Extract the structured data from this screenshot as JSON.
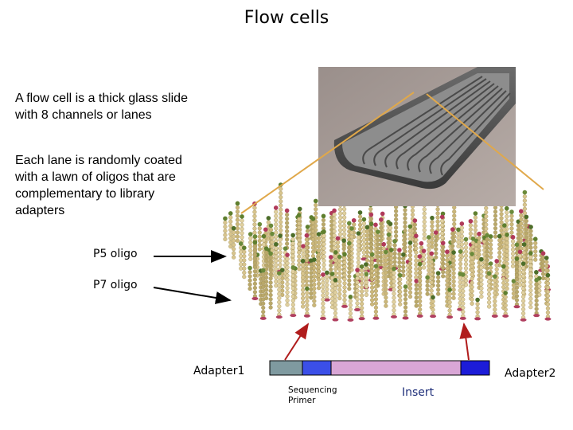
{
  "slide": {
    "title": "Flow cells",
    "paragraph_1": "A flow cell is a thick glass slide\nwith 8 channels or lanes",
    "paragraph_2": "Each lane is randomly coated\nwith a lawn of oligos that are\ncomplementary to library\nadapters"
  },
  "labels": {
    "p5": "P5 oligo",
    "p7": "P7 oligo",
    "adapter1": "Adapter1",
    "adapter2": "Adapter2",
    "sequencing_primer": "Sequencing\nPrimer",
    "insert": "Insert"
  },
  "colors": {
    "connector_line": "#e0a84a",
    "arrow_black": "#000000",
    "arrow_red": "#b01c1c",
    "segment_adapter1": "#7f9aa0",
    "segment_primer": "#3b4fe8",
    "segment_insert": "#d9a6d6",
    "segment_adapter2": "#1c1cd8"
  }
}
